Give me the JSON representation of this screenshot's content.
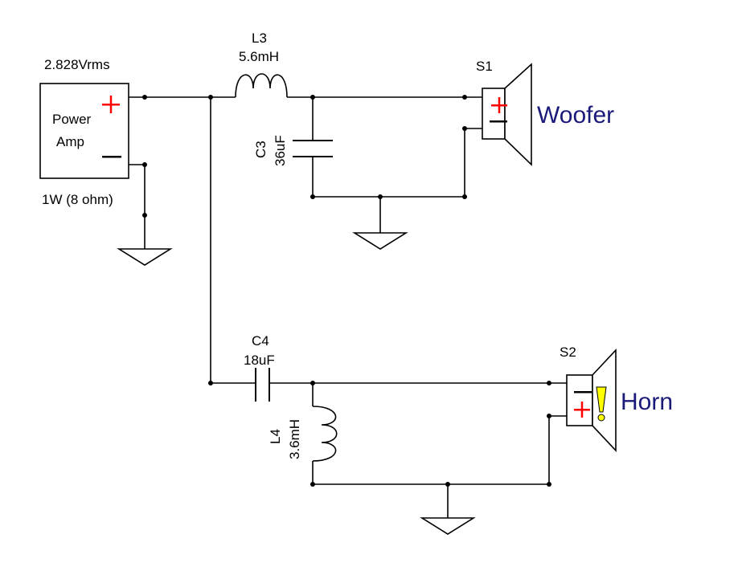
{
  "amp": {
    "voltage": "2.828Vrms",
    "name_line1": "Power",
    "name_line2": "Amp",
    "power": "1W (8 ohm)",
    "plus": "+",
    "minus": "—"
  },
  "components": {
    "L3": {
      "ref": "L3",
      "value": "5.6mH"
    },
    "C3": {
      "ref": "C3",
      "value": "36uF"
    },
    "C4": {
      "ref": "C4",
      "value": "18uF"
    },
    "L4": {
      "ref": "L4",
      "value": "3.6mH"
    }
  },
  "speakers": {
    "S1": {
      "ref": "S1",
      "name": "Woofer",
      "plus": "+",
      "minus": "—"
    },
    "S2": {
      "ref": "S2",
      "name": "Horn",
      "plus": "+",
      "minus": "—",
      "warning": "!"
    }
  },
  "colors": {
    "wire": "#000000",
    "plus": "#ff0000",
    "speaker_name": "#1a1a7a",
    "warning_fill": "#ffff00"
  }
}
